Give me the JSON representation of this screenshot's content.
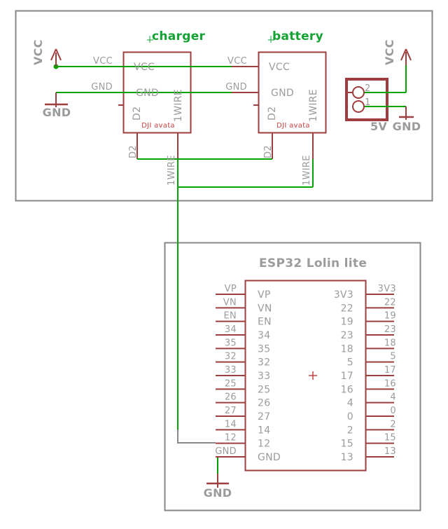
{
  "colors": {
    "wire_green": "#00a300",
    "component_red": "#9e3e3e",
    "accent_red": "#c84343",
    "frame_gray": "#878787",
    "text_gray": "#9b9b9b"
  },
  "charger": {
    "title": "charger",
    "part": "DJI avata",
    "pin_vcc": "VCC",
    "pin_gnd": "GND",
    "pin_d2": "D2",
    "pin_1wire": "1WIRE"
  },
  "battery": {
    "title": "battery",
    "part": "DJI avata",
    "pin_vcc": "VCC",
    "pin_gnd": "GND",
    "pin_d2": "D2",
    "pin_1wire": "1WIRE"
  },
  "nets": {
    "vcc": "VCC",
    "gnd": "GND",
    "d2": "D2",
    "wire1": "1WIRE"
  },
  "power": {
    "vcc": "VCC",
    "gnd": "GND"
  },
  "connector": {
    "label": "5V",
    "gnd": "GND",
    "vcc": "VCC",
    "pin2": "2",
    "pin1": "1"
  },
  "esp32": {
    "title": "ESP32 Lolin lite",
    "gnd": "GND",
    "left_pins": [
      "VP",
      "VN",
      "EN",
      "34",
      "35",
      "32",
      "33",
      "25",
      "26",
      "27",
      "14",
      "12",
      "GND"
    ],
    "right_pins": [
      "3V3",
      "22",
      "19",
      "23",
      "18",
      "5",
      "17",
      "16",
      "4",
      "0",
      "2",
      "15",
      "13"
    ]
  }
}
